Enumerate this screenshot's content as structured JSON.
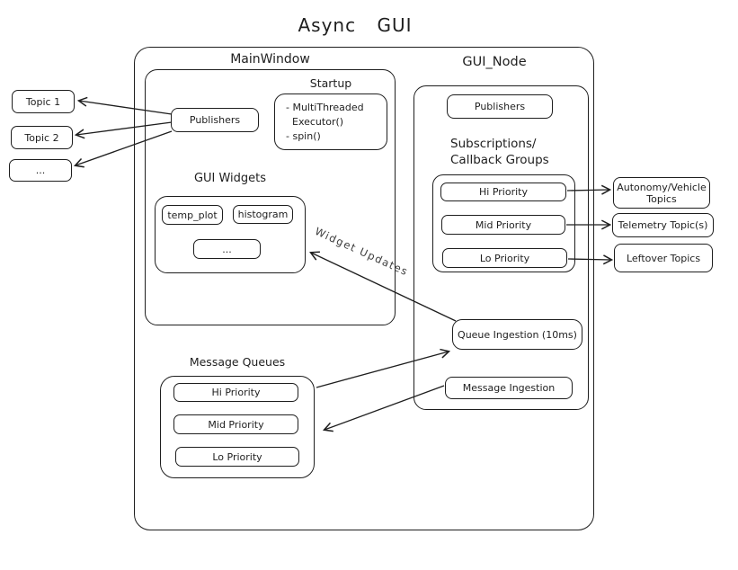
{
  "title": "Async GUI",
  "colors": {
    "stroke": "#1e1e1e",
    "background": "#ffffff"
  },
  "left_topics": [
    "Topic 1",
    "Topic 2",
    "..."
  ],
  "main_window": {
    "label": "MainWindow",
    "publishers": "Publishers",
    "startup": {
      "label": "Startup",
      "body": "- MultiThreaded\n  Executor()\n- spin()"
    },
    "gui_widgets": {
      "label": "GUI Widgets",
      "items": [
        "temp_plot",
        "histogram",
        "..."
      ]
    },
    "message_queues": {
      "label": "Message Queues",
      "items": [
        "Hi Priority",
        "Mid Priority",
        "Lo Priority"
      ]
    }
  },
  "gui_node": {
    "label": "GUI_Node",
    "publishers": "Publishers",
    "subscriptions": {
      "label": "Subscriptions/\nCallback Groups",
      "items": [
        "Hi Priority",
        "Mid Priority",
        "Lo Priority"
      ]
    },
    "queue_ingestion": "Queue Ingestion (10ms)",
    "message_ingestion": "Message Ingestion"
  },
  "right_topics": [
    "Autonomy/Vehicle Topics",
    "Telemetry Topic(s)",
    "Leftover Topics"
  ],
  "edge_labels": {
    "widget_updates": "Widget Updates"
  }
}
